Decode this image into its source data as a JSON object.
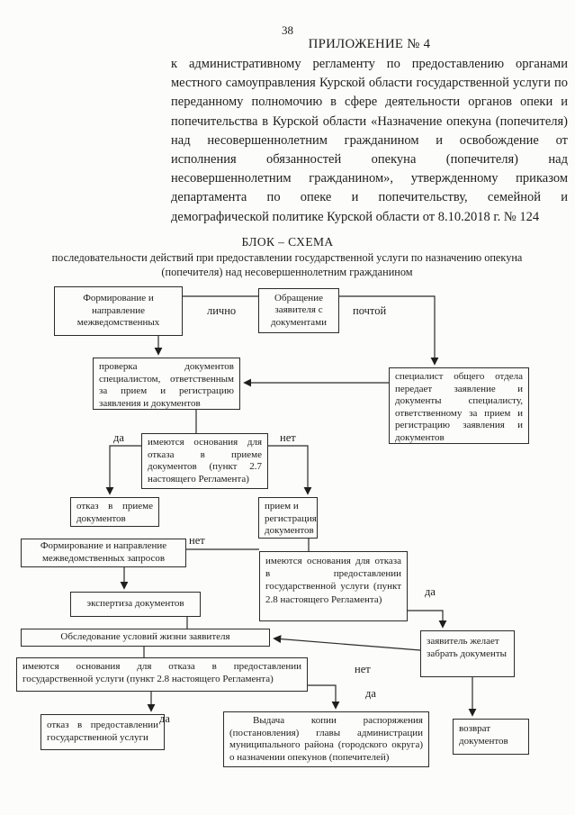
{
  "page": {
    "number": "38",
    "appendix_title": "ПРИЛОЖЕНИЕ № 4",
    "appendix_paragraph": "к административному регламенту по предоставлению органами местного самоуправления Курской области государственной услуги по переданному полномочию в сфере деятельности органов опеки и попечительства в Курской области «Назначение опекуна (попечителя) над несовершеннолетним гражданином и освобождение от исполнения обязанностей опекуна (попечителя) над несовершеннолетним гражданином», утвержденному приказом департамента по опеке и попечительству, семейной и демографической политике Курской области от 8.10.2018 г. № 124"
  },
  "scheme": {
    "title": "БЛОК – СХЕМА",
    "subtitle": "последовательности действий при предоставлении государственной услуги по назначению опекуна (попечителя) над несовершеннолетним гражданином"
  },
  "flowchart": {
    "boxes": {
      "formirovanie_top": "Формирование и направление межведомственных",
      "obrashchenie": "Обращение заявителя с документами",
      "proverka": "проверка документов специалистом, ответственным за прием и регистрацию заявления и документов",
      "specialist": "специалист общего отдела передает заявление и документы специалисту, ответственному за прием и регистрацию заявления и документов",
      "osnovaniya_priem": "имеются основания для отказа в приеме документов (пункт 2.7 настоящего Регламента)",
      "otkaz_priem": "отказ в приеме документов",
      "priem_registratsiya": "прием и регистрация документов",
      "formirovanie_zaprosov": "Формирование и направление межведомственных запросов",
      "osnovaniya_usluga_tall": "имеются основания для отказа в предоставлении государственной услуги (пункт 2.8 настоящего Регламента)",
      "ekspertiza": "экспертиза документов",
      "obsledovanie": "Обследование условий жизни заявителя",
      "zayavitel_zhelaet": "заявитель желает забрать документы",
      "osnovaniya_usluga_wide": "имеются основания для отказа в предоставлении государственной услуги (пункт 2.8 настоящего Регламента)",
      "otkaz_usluga": "отказ в предоставлении государственной услуги",
      "vydacha": "Выдача копии распоряжения (постановления) главы администрации муниципального района (городского округа) о назначении опекунов (попечителей)",
      "vozvrat": "возврат документов"
    },
    "labels": {
      "lichno": "лично",
      "pochtoy": "почтой",
      "da_27": "да",
      "net_27": "нет",
      "net_28": "нет",
      "da_28": "да",
      "net_zabrat": "нет",
      "da_vydacha": "да",
      "da_otkaz": "да"
    }
  },
  "colors": {
    "ink": "#1d1d1d",
    "paper": "#fcfcfa"
  }
}
